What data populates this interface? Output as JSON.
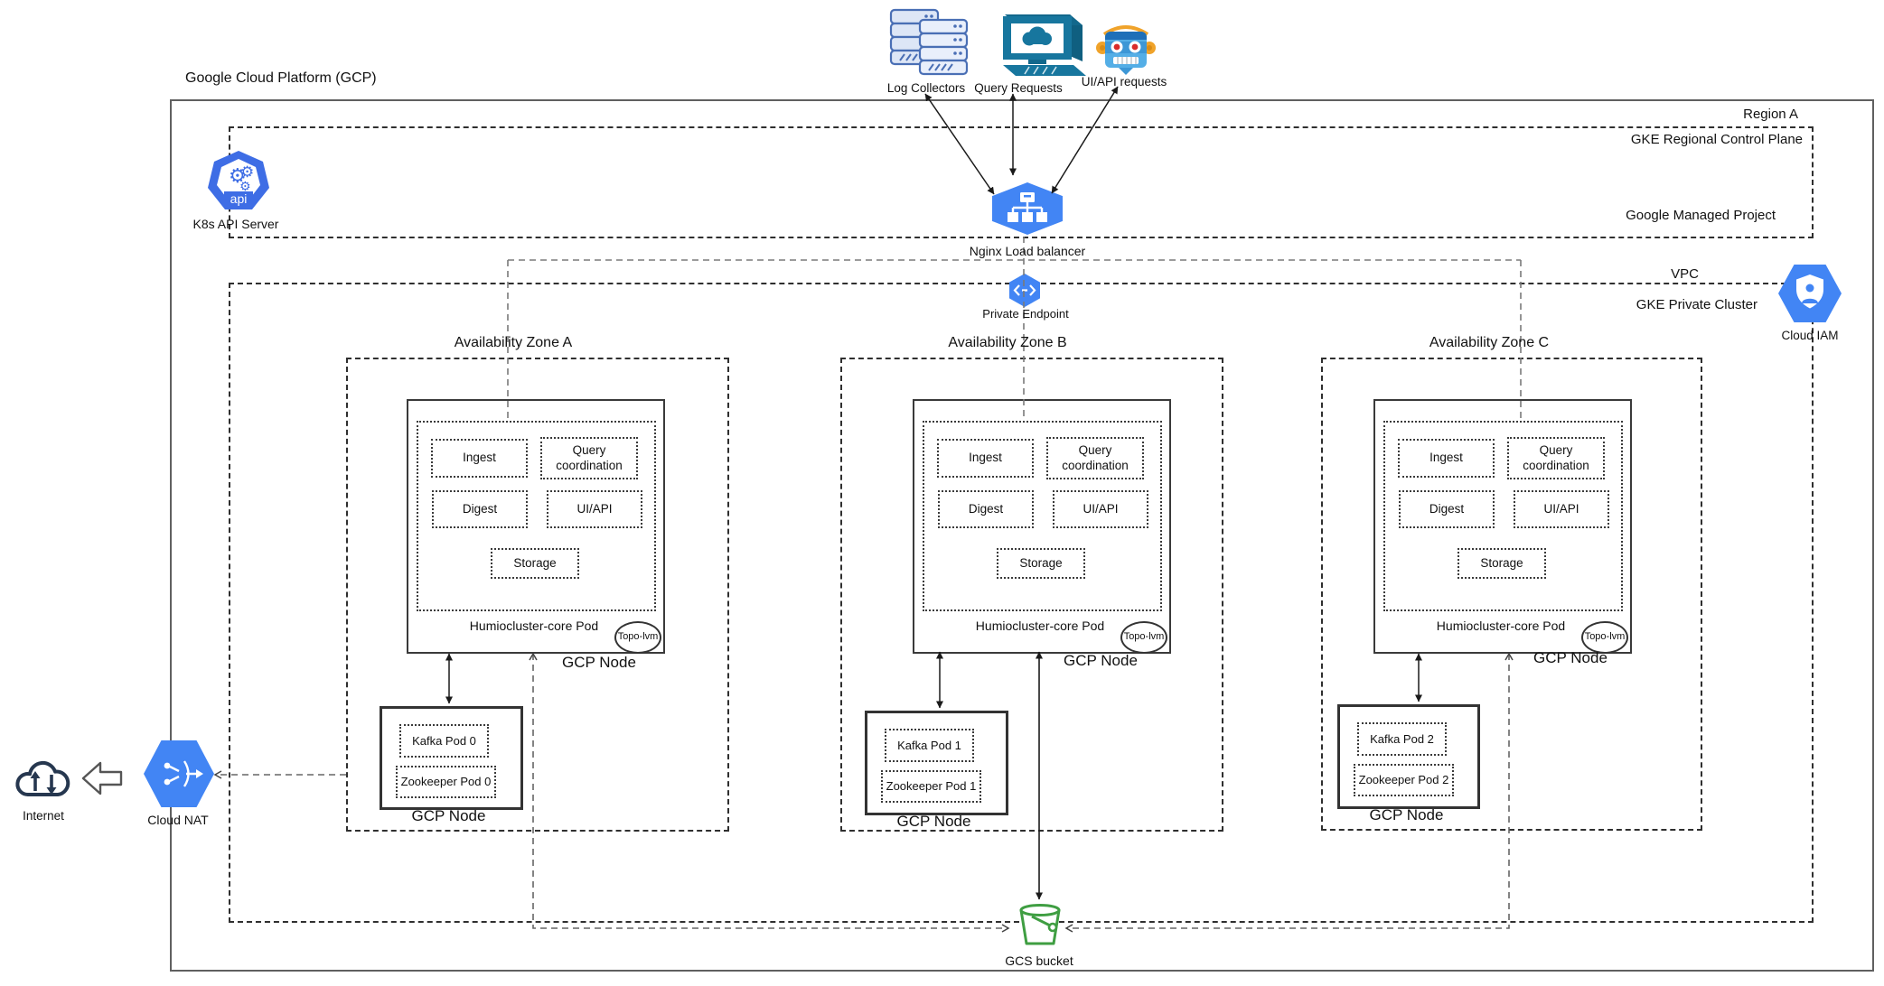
{
  "title": "Google Cloud Platform (GCP)",
  "region_label": "Region A",
  "control_plane": {
    "title": "GKE Regional Control Plane",
    "managed_project": "Google Managed Project",
    "k8s_api_server_label": "K8s API Server",
    "k8s_icon_text": "api"
  },
  "vpc": {
    "label": "VPC",
    "private_cluster_label": "GKE Private Cluster",
    "cloud_iam_label": "Cloud IAM"
  },
  "sources": {
    "log_collectors": "Log Collectors",
    "query_requests": "Query Requests",
    "ui_api_requests": "UI/API requests"
  },
  "load_balancer_label": "Nginx Load balancer",
  "private_endpoint_label": "Private Endpoint",
  "cloud_nat_label": "Cloud NAT",
  "internet_label": "Internet",
  "gcs_bucket_label": "GCS bucket",
  "zones": [
    {
      "title": "Availability Zone A",
      "core_node": {
        "node_label": "GCP Node",
        "pod_label": "Humiocluster-core Pod",
        "topolvm": "Topo-lvm",
        "components": {
          "ingest": "Ingest",
          "query_coordination": "Query coordination",
          "digest": "Digest",
          "ui_api": "UI/API",
          "storage": "Storage"
        }
      },
      "kafka_node": {
        "node_label": "GCP Node",
        "kafka_pod": "Kafka Pod 0",
        "zookeeper_pod": "Zookeeper Pod 0"
      }
    },
    {
      "title": "Availability Zone B",
      "core_node": {
        "node_label": "GCP Node",
        "pod_label": "Humiocluster-core Pod",
        "topolvm": "Topo-lvm",
        "components": {
          "ingest": "Ingest",
          "query_coordination": "Query coordination",
          "digest": "Digest",
          "ui_api": "UI/API",
          "storage": "Storage"
        }
      },
      "kafka_node": {
        "node_label": "GCP Node",
        "kafka_pod": "Kafka Pod 1",
        "zookeeper_pod": "Zookeeper Pod 1"
      }
    },
    {
      "title": "Availability Zone C",
      "core_node": {
        "node_label": "GCP Node",
        "pod_label": "Humiocluster-core Pod",
        "topolvm": "Topo-lvm",
        "components": {
          "ingest": "Ingest",
          "query_coordination": "Query coordination",
          "digest": "Digest",
          "ui_api": "UI/API",
          "storage": "Storage"
        }
      },
      "kafka_node": {
        "node_label": "GCP Node",
        "kafka_pod": "Kafka Pod 2",
        "zookeeper_pod": "Zookeeper Pod 2"
      }
    }
  ],
  "colors": {
    "gcp_blue": "#4285F4",
    "k8s_blue": "#3e6de5",
    "bucket_green": "#3f9e42",
    "computer_teal": "#17769e",
    "robot_blue": "#54aee6",
    "robot_orange": "#f0a32a",
    "server_fill": "#dde6f6",
    "server_stroke": "#4a6fb5",
    "internet_navy": "#26374f"
  }
}
